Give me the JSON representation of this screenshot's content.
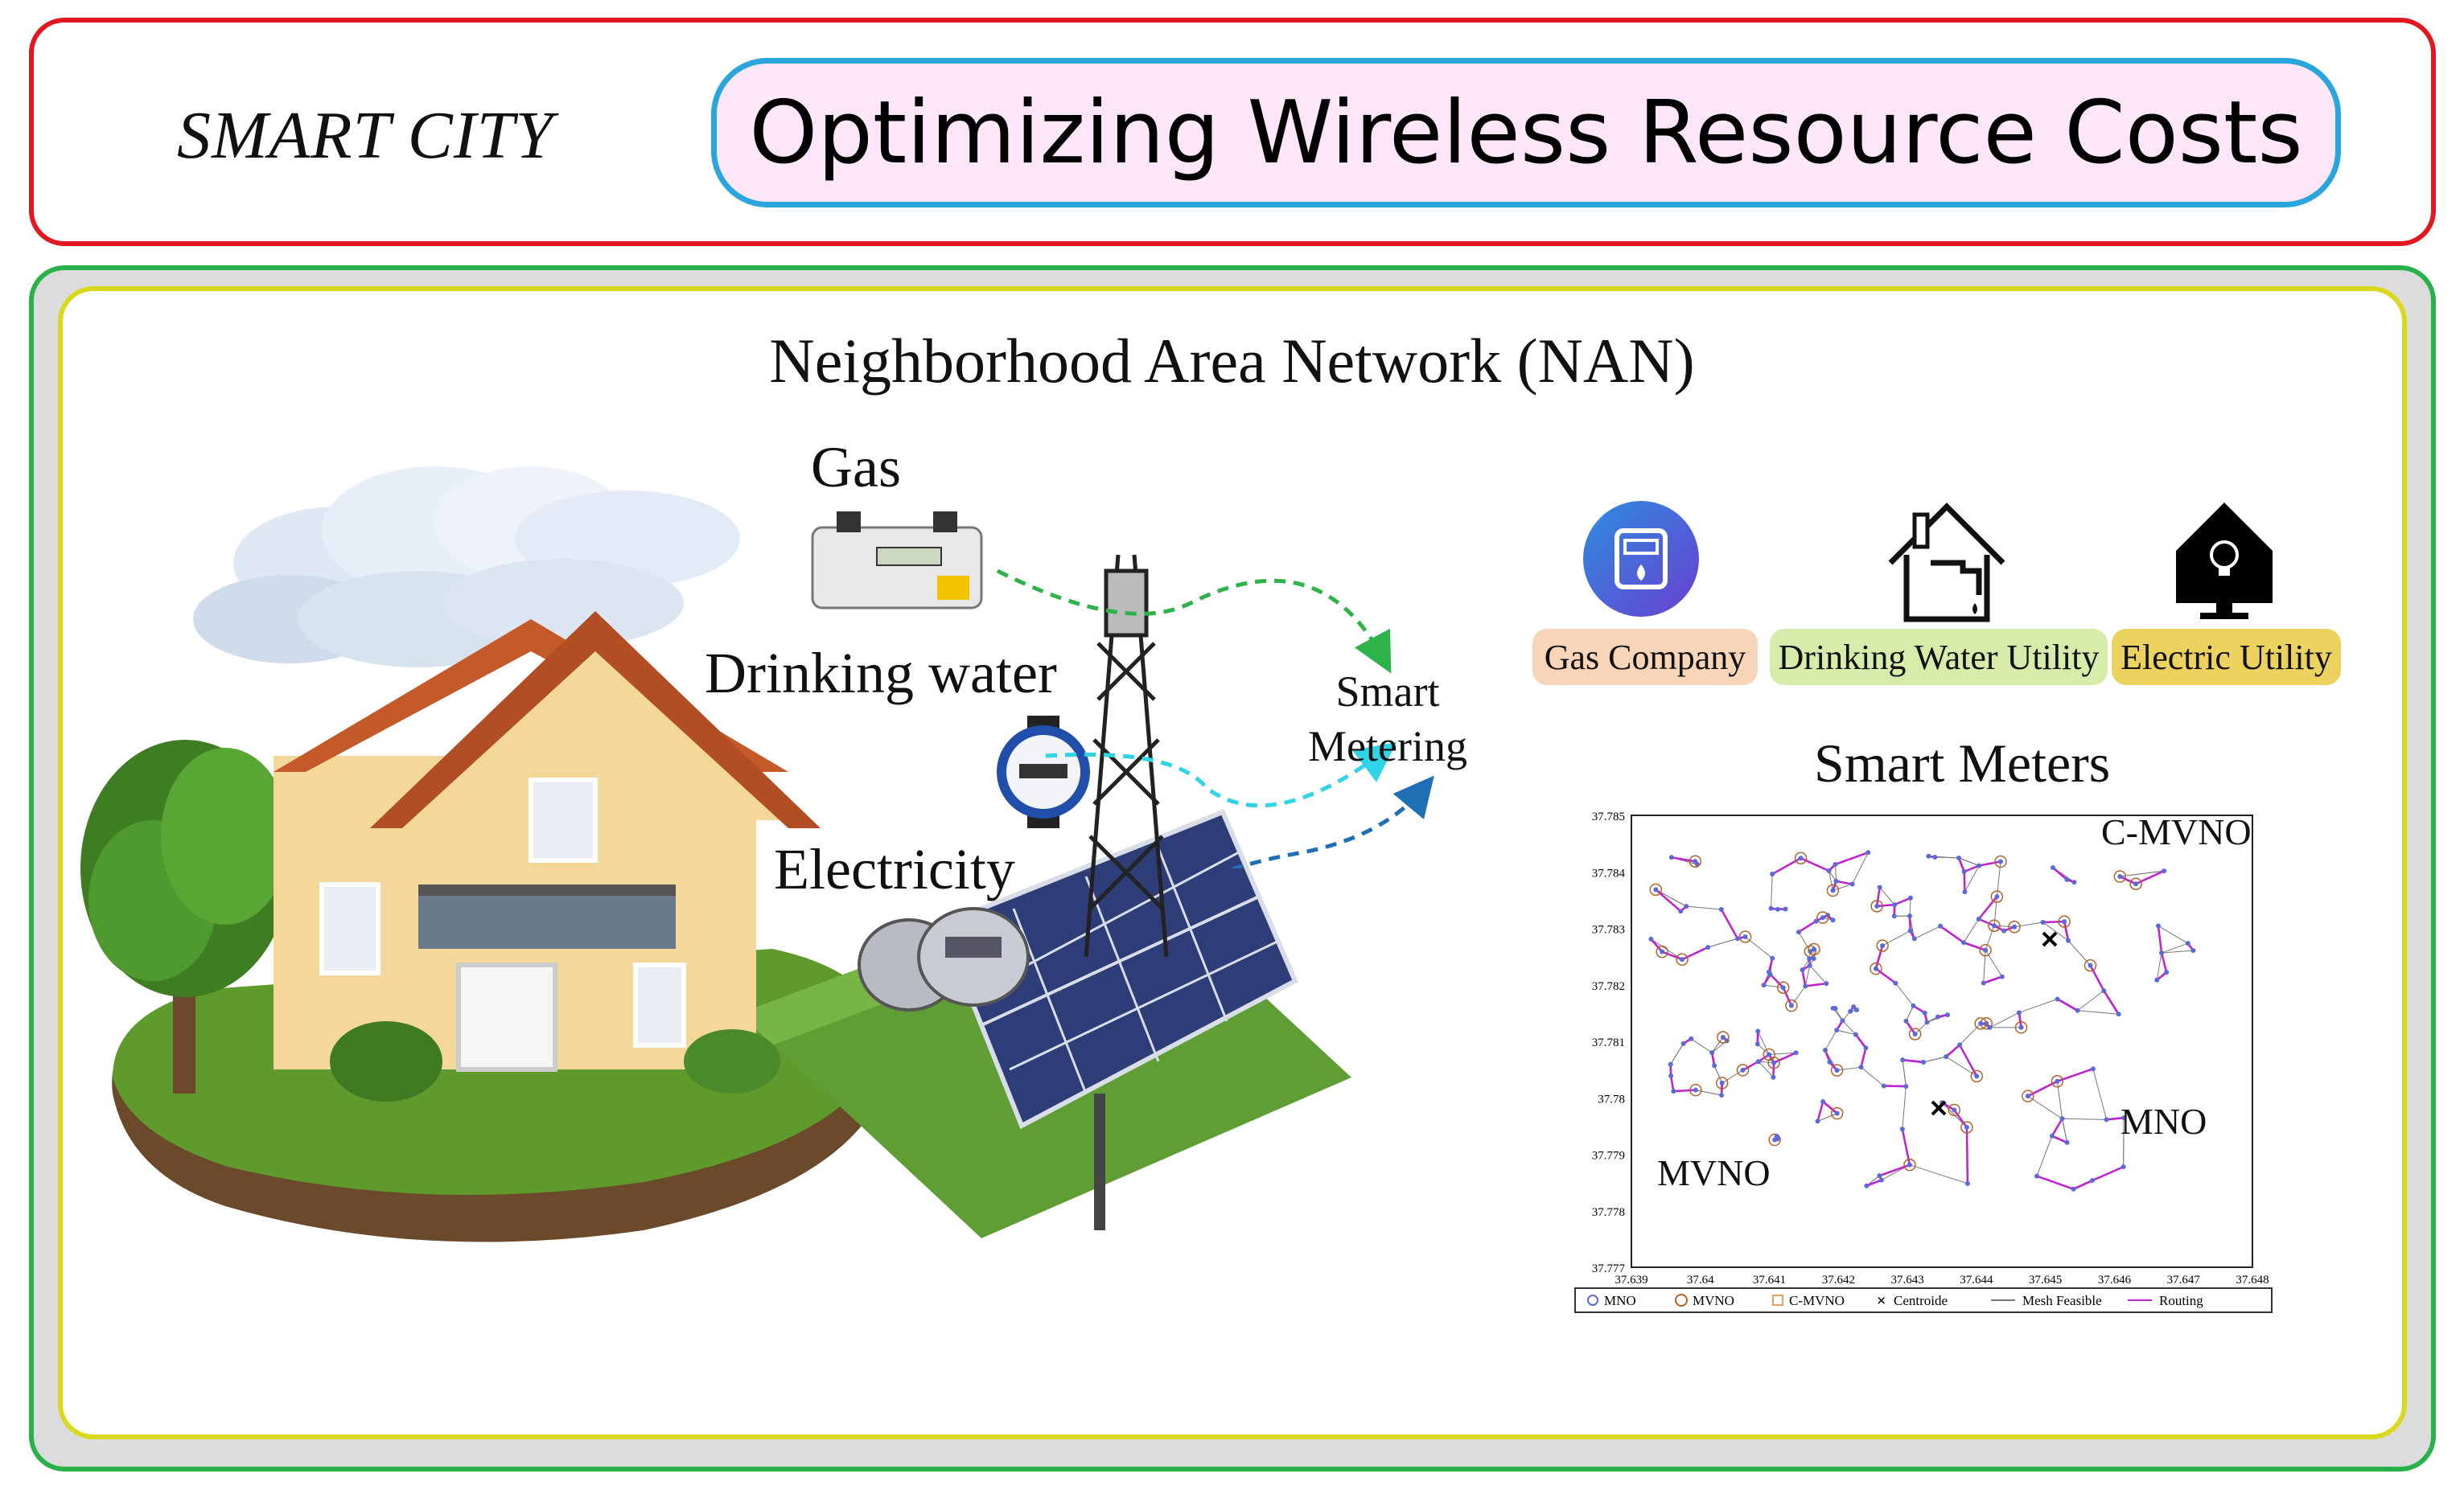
{
  "header": {
    "left_label": "SMART CITY",
    "title": "Optimizing Wireless Resource Costs"
  },
  "nan": {
    "title": "Neighborhood Area Network (NAN)",
    "meters": {
      "gas": "Gas",
      "water": "Drinking water",
      "electricity": "Electricity"
    },
    "smart_metering_line1": "Smart",
    "smart_metering_line2": "Metering"
  },
  "utilities": [
    {
      "label": "Gas Company",
      "icon": "gas-meter-icon",
      "color": "#f8d4b8"
    },
    {
      "label": "Drinking Water Utility",
      "icon": "water-tap-house-icon",
      "color": "#d6ecaa"
    },
    {
      "label": "Electric Utility",
      "icon": "bulb-house-icon",
      "color": "#ecd25e"
    }
  ],
  "smart_meters": {
    "title": "Smart Meters",
    "labels": {
      "cmvno": "C-MVNO",
      "mno": "MNO",
      "mvno": "MVNO"
    },
    "x_ticks": [
      "37.639",
      "37.64",
      "37.641",
      "37.642",
      "37.643",
      "37.644",
      "37.645",
      "37.646",
      "37.647",
      "37.648"
    ],
    "y_ticks": [
      "37.785",
      "37.784",
      "37.783",
      "37.782",
      "37.781",
      "37.78",
      "37.779",
      "37.778",
      "37.777"
    ],
    "legend": [
      "MNO",
      "MVNO",
      "C-MVNO",
      "Centroide",
      "Mesh Feasible",
      "Routing"
    ],
    "colors": {
      "routing": "#c020d0",
      "mesh": "#777777",
      "mno": "#5a6bd8",
      "mvno": "#b0642c",
      "cmvno": "#e0a060"
    }
  },
  "arrow_colors": {
    "gas": "#2db34a",
    "water": "#2fd4e6",
    "electricity": "#1f6fb4"
  }
}
